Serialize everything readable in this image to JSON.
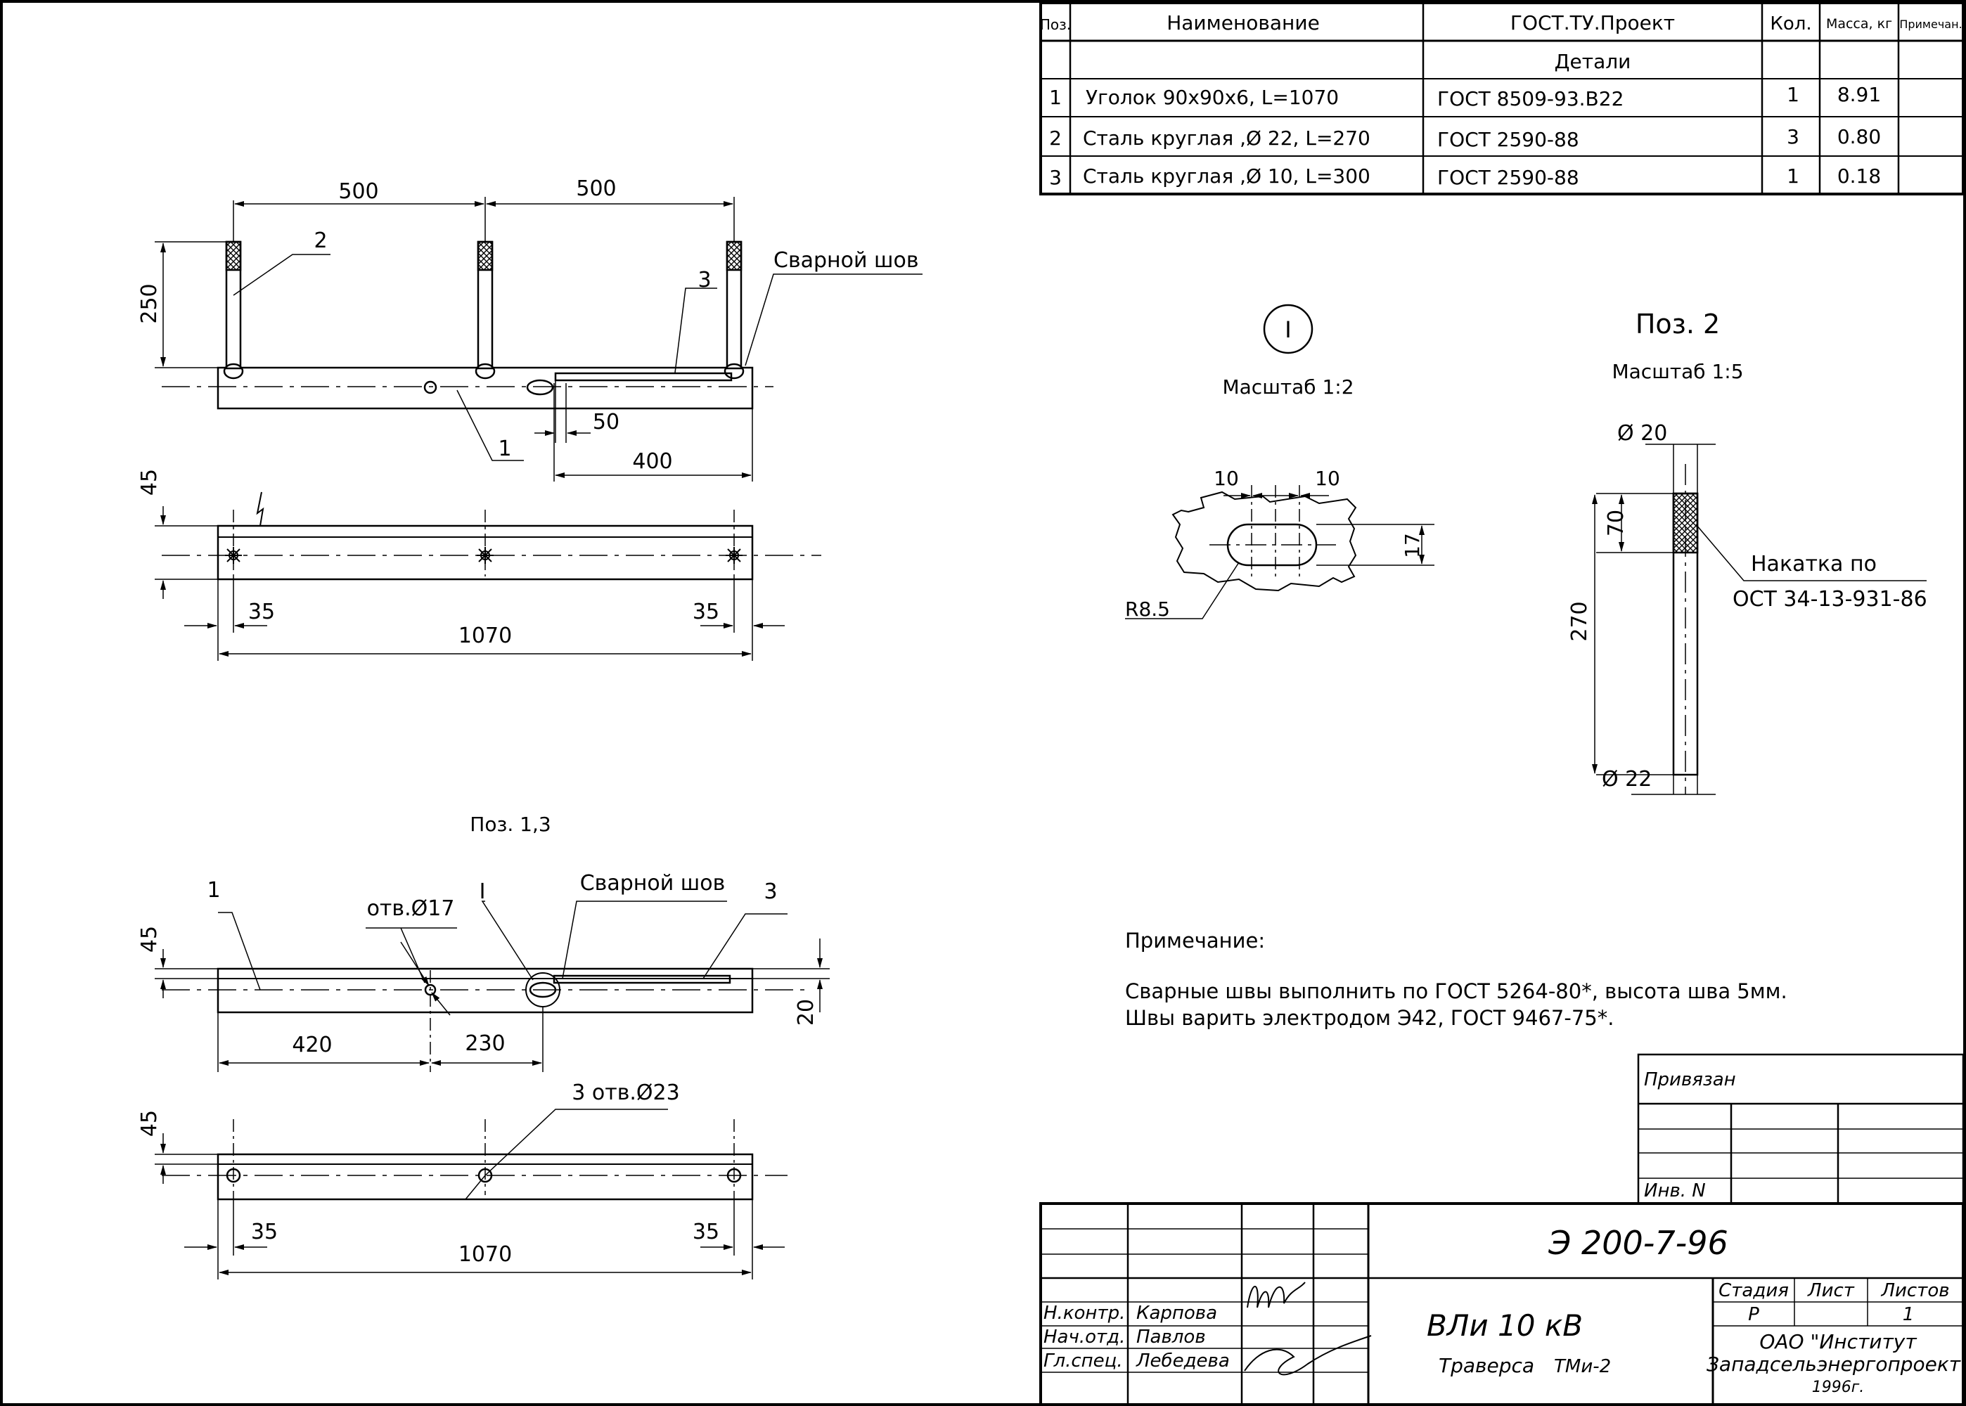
{
  "spec_table": {
    "headers": {
      "pos": "Поз.",
      "name": "Наименование",
      "gost": "ГОСТ.ТУ.Проект",
      "qty": "Кол.",
      "mass": "Масса, кг",
      "note": "Примечан."
    },
    "section": "Детали",
    "rows": [
      {
        "pos": "1",
        "name": "Уголок 90х90х6, L=1070",
        "gost": "ГОСТ 8509-93.В22",
        "qty": "1",
        "mass": "8.91"
      },
      {
        "pos": "2",
        "name": "Сталь круглая ,Ø 22, L=270",
        "gost": "ГОСТ 2590-88",
        "qty": "3",
        "mass": "0.80"
      },
      {
        "pos": "3",
        "name": "Сталь круглая ,Ø 10, L=300",
        "gost": "ГОСТ 2590-88",
        "qty": "1",
        "mass": "0.18"
      }
    ]
  },
  "view_main": {
    "dim_500_a": "500",
    "dim_500_b": "500",
    "dim_250": "250",
    "label_2": "2",
    "label_3": "3",
    "label_1": "1",
    "weld_label": "Сварной шов",
    "dim_50": "50",
    "dim_400": "400"
  },
  "view_plan": {
    "dim_45": "45",
    "dim_35_left": "35",
    "dim_35_right": "35",
    "dim_1070": "1070"
  },
  "pos13": {
    "title": "Поз. 1,3",
    "label_1": "1",
    "hole_label": "отв.Ø17",
    "callout_I": "I",
    "weld_label": "Сварной шов",
    "label_3": "3",
    "dim_45": "45",
    "dim_20": "20",
    "dim_420": "420",
    "dim_230": "230"
  },
  "view_bottom": {
    "dim_45": "45",
    "holes_label": "3 отв.Ø23",
    "dim_35_left": "35",
    "dim_35_right": "35",
    "dim_1070": "1070"
  },
  "detail_I": {
    "marker": "I",
    "scale": "Масштаб 1:2",
    "dim_10_left": "10",
    "dim_10_right": "10",
    "dim_17": "17",
    "radius": "R8.5"
  },
  "pos2": {
    "title": "Поз. 2",
    "scale": "Масштаб 1:5",
    "dia_20": "Ø 20",
    "dim_70": "70",
    "dim_270": "270",
    "dia_22": "Ø 22",
    "knurl_line1": "Накатка по",
    "knurl_line2": "ОСТ 34-13-931-86"
  },
  "note": {
    "heading": "Примечание:",
    "line1": "Сварные швы выполнить по ГОСТ 5264-80*, высота шва 5мм.",
    "line2": "Швы варить электродом Э42, ГОСТ 9467-75*."
  },
  "binding_block": {
    "title": "Привязан",
    "inv": "Инв. N"
  },
  "title_block": {
    "doc_code": "Э 200-7-96",
    "roles": [
      {
        "role": "Н.контр.",
        "name": "Карпова"
      },
      {
        "role": "Нач.отд.",
        "name": "Павлов"
      },
      {
        "role": "Гл.спец.",
        "name": "Лебедева"
      }
    ],
    "product": "ВЛи 10 кВ",
    "item": "Траверса",
    "item_code": "ТМи-2",
    "stage_h": "Стадия",
    "sheet_h": "Лист",
    "sheets_h": "Листов",
    "stage": "Р",
    "sheets": "1",
    "org_line1": "ОАО \"Институт",
    "org_line2": "Западсельэнергопроект\"",
    "year": "1996г."
  }
}
